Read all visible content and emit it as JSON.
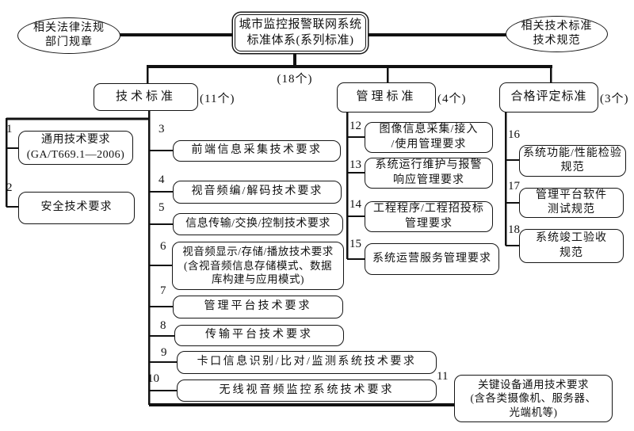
{
  "top": {
    "left_ellipse": [
      "相关法律法规",
      "部门规章"
    ],
    "root": [
      "城市监控报警联网系统",
      "标准体系(系列标准)"
    ],
    "right_ellipse": [
      "相关技术标准",
      "技术规范"
    ],
    "total_count": "(18个)"
  },
  "categories": [
    {
      "label": "技术标准",
      "count": "(11个)"
    },
    {
      "label": "管理标准",
      "count": "(4个)"
    },
    {
      "label": "合格评定标准",
      "count": "(3个)"
    }
  ],
  "items": [
    {
      "no": "1",
      "lines": [
        "通用技术要求",
        "(GA/T669.1—2006)"
      ]
    },
    {
      "no": "2",
      "lines": [
        "安全技术要求"
      ]
    },
    {
      "no": "3",
      "lines": [
        "前端信息采集技术要求"
      ]
    },
    {
      "no": "4",
      "lines": [
        "视音频编/解码技术要求"
      ]
    },
    {
      "no": "5",
      "lines": [
        "信息传输/交换/控制技术要求"
      ]
    },
    {
      "no": "6",
      "lines": [
        "视音频显示/存储/播放技术要求",
        "(含视音频信息存储模式、数据",
        "库构建与应用模式)"
      ]
    },
    {
      "no": "7",
      "lines": [
        "管理平台技术要求"
      ]
    },
    {
      "no": "8",
      "lines": [
        "传输平台技术要求"
      ]
    },
    {
      "no": "9",
      "lines": [
        "卡口信息识别/比对/监测系统技术要求"
      ]
    },
    {
      "no": "10",
      "lines": [
        "无线视音频监控系统技术要求"
      ]
    },
    {
      "no": "11",
      "lines": [
        "关键设备通用技术要求",
        "(含各类摄像机、服务器、",
        "光端机等)"
      ]
    },
    {
      "no": "12",
      "lines": [
        "图像信息采集/接入",
        "/使用管理要求"
      ]
    },
    {
      "no": "13",
      "lines": [
        "系统运行维护与报警",
        "响应管理要求"
      ]
    },
    {
      "no": "14",
      "lines": [
        "工程程序/工程招投标",
        "管理要求"
      ]
    },
    {
      "no": "15",
      "lines": [
        "系统运营服务管理要求"
      ]
    },
    {
      "no": "16",
      "lines": [
        "系统功能/性能检验",
        "规范"
      ]
    },
    {
      "no": "17",
      "lines": [
        "管理平台软件",
        "测试规范"
      ]
    },
    {
      "no": "18",
      "lines": [
        "系统竣工验收",
        "规范"
      ]
    }
  ]
}
